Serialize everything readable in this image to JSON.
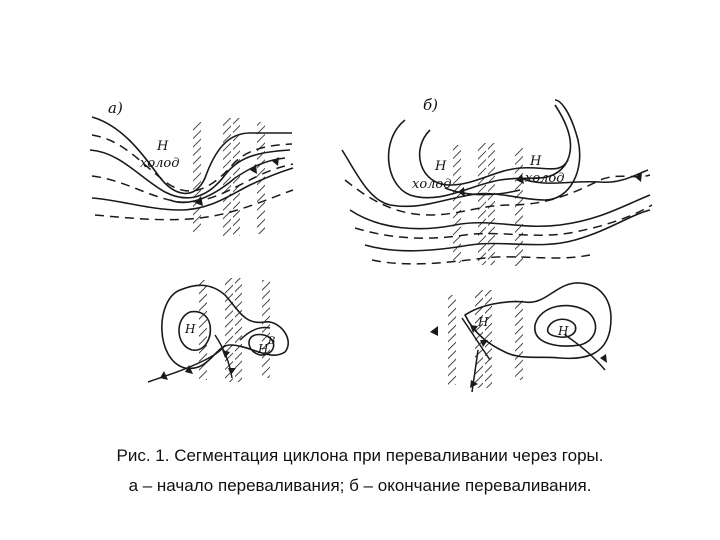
{
  "panels": {
    "a_label": "а)",
    "b_label": "б)"
  },
  "labels": {
    "a_low": "Н",
    "a_cold": "холод",
    "b_low1": "Н",
    "b_cold1": "холод",
    "b_low2": "Н",
    "b_cold2": "холод",
    "a_bottom_low1": "Н",
    "a_bottom_low2": "Н",
    "a_bottom_low2_sub": "В",
    "b_bottom_low1": "Н",
    "b_bottom_low2": "Н"
  },
  "caption": {
    "line1": "Рис. 1. Сегментация циклона при переваливании через горы.",
    "line2": "а – начало переваливания; б – окончание переваливания."
  }
}
